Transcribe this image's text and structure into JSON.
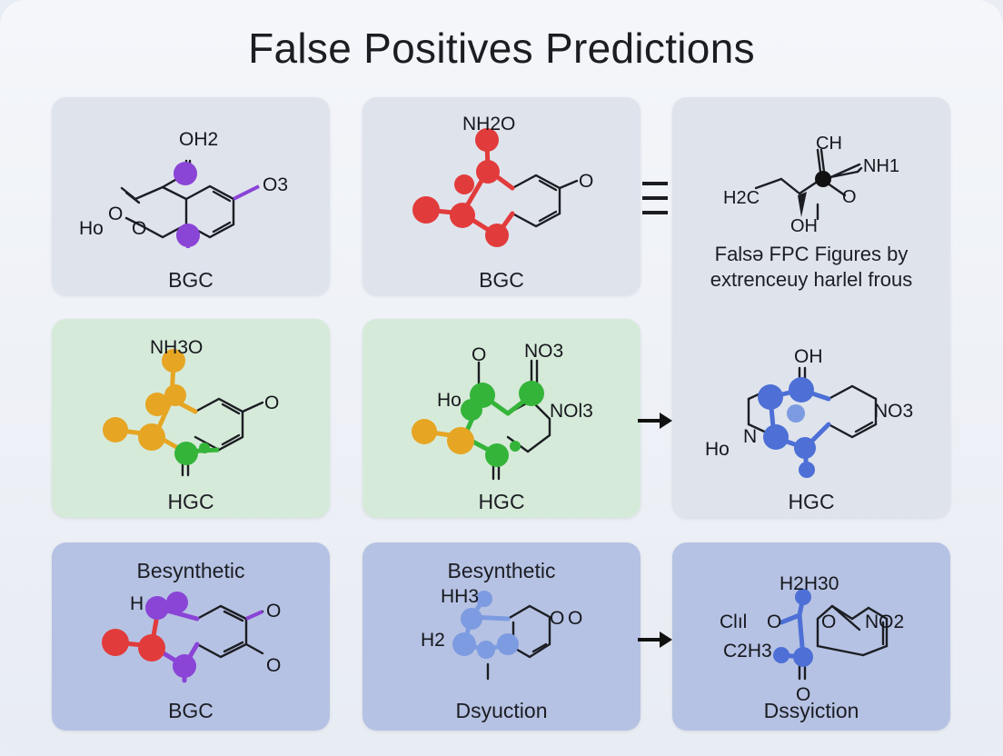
{
  "title": "False Positives Predictions",
  "colors": {
    "card_gray": "#dfe3ec",
    "card_green": "#d6ead9",
    "card_blue": "#b6c2e3",
    "atom_purple": "#8a44d6",
    "atom_red": "#e23b3b",
    "atom_orange": "#e6a523",
    "atom_green": "#35b43a",
    "atom_blue": "#4d6fd6",
    "atom_lightblue": "#7d9be0"
  },
  "cards": [
    {
      "id": "r1c1",
      "label": "BGC",
      "atoms": [
        "OH2",
        "O3",
        "Ho",
        "O",
        "O"
      ]
    },
    {
      "id": "r1c2",
      "label": "BGC",
      "atoms": [
        "NH2O",
        "O"
      ]
    },
    {
      "id": "r1c3",
      "caption_line1": "Falsə FPC Figures by",
      "caption_line2": "extrenceuy harlel frous",
      "atoms": [
        "CH",
        "NH1",
        "H2C",
        "O",
        "OH"
      ]
    },
    {
      "id": "r2c1",
      "label": "HGC",
      "atoms": [
        "NH3O",
        "O"
      ]
    },
    {
      "id": "r2c2",
      "label": "HGC",
      "atoms": [
        "O",
        "NO3",
        "Ho",
        "NOl3"
      ]
    },
    {
      "id": "r2c3",
      "label": "HGC",
      "atoms": [
        "OH",
        "NO3",
        "Ho",
        "N"
      ]
    },
    {
      "id": "r3c1",
      "heading": "Besynthetic",
      "label": "BGC",
      "atoms": [
        "H",
        "O",
        "O"
      ]
    },
    {
      "id": "r3c2",
      "heading": "Besynthetic",
      "label": "Dsyuction",
      "atoms": [
        "HH3",
        "H2",
        "O",
        "O"
      ]
    },
    {
      "id": "r3c3",
      "label": "Dssyiction",
      "atoms": [
        "H2H30",
        "Clıl",
        "O",
        "O",
        "NO2",
        "C2H3",
        "O"
      ]
    }
  ],
  "icons": {
    "equals": "triple-bar-icon",
    "arrow": "right-arrow-icon"
  }
}
